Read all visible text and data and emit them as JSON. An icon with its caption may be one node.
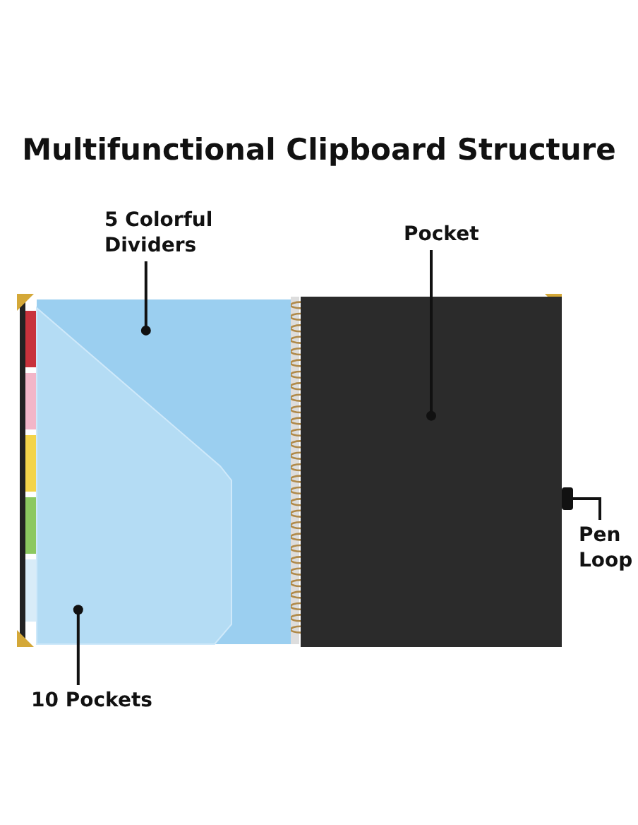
{
  "diagram": {
    "title": "Multifunctional Clipboard Structure",
    "nodes": [
      {
        "text": [
          "5 Colorful Dividers"
        ]
      },
      {
        "text": [],
        "shape": "box"
      },
      {
        "text": [
          "Pocket"
        ]
      },
      {
        "text": [],
        "shape": "box"
      },
      {
        "text": [
          "Pen Loop"
        ]
      },
      {
        "text": [],
        "shape": "bar"
      },
      {
        "text": [
          "10 Pockets"
        ]
      },
      {
        "text": [],
        "shape": "box",
        "in": 1
      }
    ],
    "edges": [
      {
        "from": 0,
        "to": 1,
        "arrow": "other"
      },
      {
        "from": 2,
        "to": 3,
        "arrow": "other"
      },
      {
        "from": 4,
        "to": 5,
        "arrow": "none"
      },
      {
        "from": 6,
        "to": 7,
        "arrow": "other"
      }
    ]
  }
}
